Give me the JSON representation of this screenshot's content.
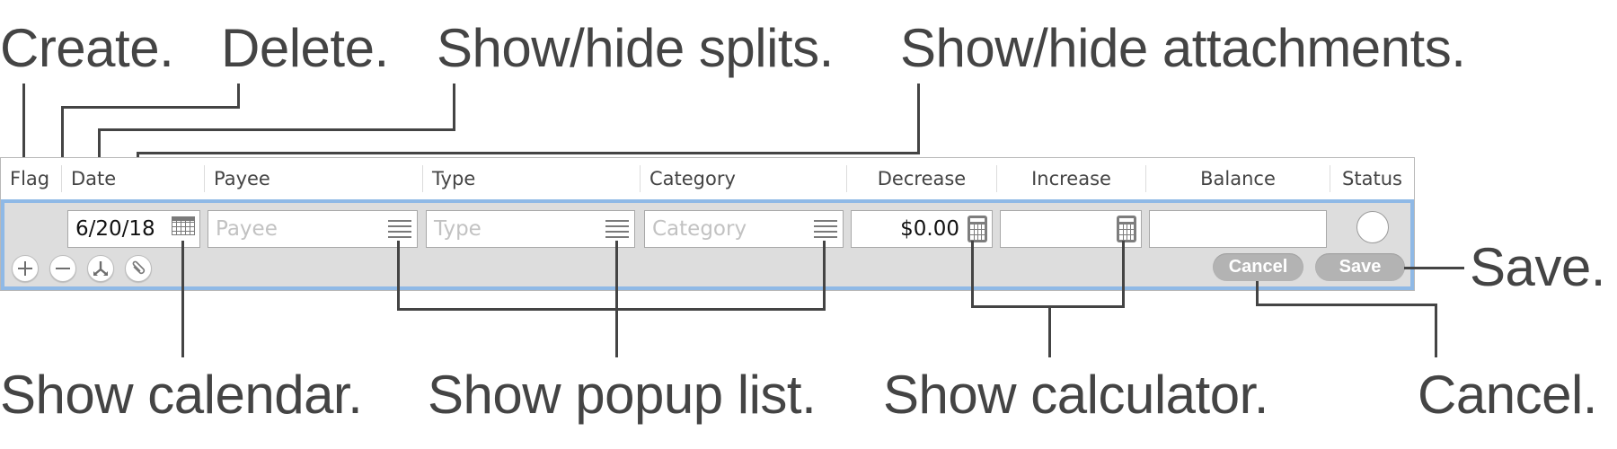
{
  "callouts_top": [
    {
      "id": "create",
      "label": "Create."
    },
    {
      "id": "delete",
      "label": "Delete."
    },
    {
      "id": "splits",
      "label": "Show/hide splits."
    },
    {
      "id": "attachments",
      "label": "Show/hide attachments."
    }
  ],
  "callouts_bottom": [
    {
      "id": "calendar",
      "label": "Show calendar."
    },
    {
      "id": "popup",
      "label": "Show popup list."
    },
    {
      "id": "calculator",
      "label": "Show calculator."
    },
    {
      "id": "cancel",
      "label": "Cancel."
    }
  ],
  "callout_save": "Save.",
  "table": {
    "columns": [
      "Flag",
      "Date",
      "Payee",
      "Type",
      "Category",
      "Decrease",
      "Increase",
      "Balance",
      "Status"
    ],
    "row": {
      "date": "6/20/18",
      "payee_placeholder": "Payee",
      "type_placeholder": "Type",
      "category_placeholder": "Category",
      "decrease": "$0.00",
      "increase": "",
      "balance": ""
    },
    "buttons": {
      "create_icon": "plus-icon",
      "delete_icon": "minus-icon",
      "splits_icon": "split-icon",
      "attachments_icon": "paperclip-icon",
      "cancel_label": "Cancel",
      "save_label": "Save"
    }
  },
  "colors": {
    "row_highlight": "#8fb9e6",
    "row_background": "#dddddd",
    "pill_button": "#b3b3b3",
    "callout_text": "#444444"
  }
}
